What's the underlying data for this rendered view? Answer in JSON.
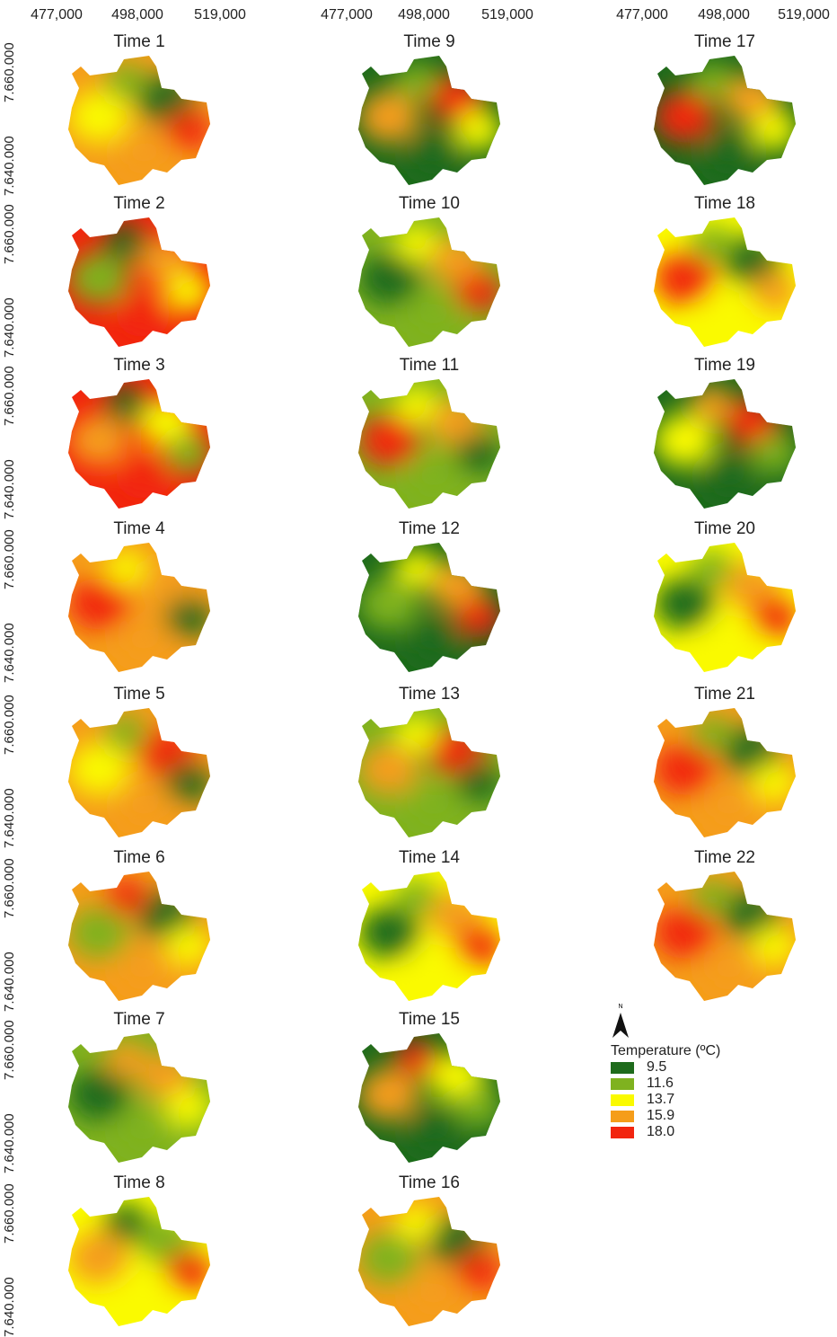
{
  "axes": {
    "x_ticks": [
      "477,000",
      "498,000",
      "519,000"
    ],
    "y_ticks": [
      "7.660.000",
      "7.640.000"
    ]
  },
  "panels": [
    {
      "title": "Time 1"
    },
    {
      "title": "Time 2"
    },
    {
      "title": "Time 3"
    },
    {
      "title": "Time 4"
    },
    {
      "title": "Time 5"
    },
    {
      "title": "Time 6"
    },
    {
      "title": "Time 7"
    },
    {
      "title": "Time 8"
    },
    {
      "title": "Time 9"
    },
    {
      "title": "Time 10"
    },
    {
      "title": "Time 11"
    },
    {
      "title": "Time 12"
    },
    {
      "title": "Time 13"
    },
    {
      "title": "Time 14"
    },
    {
      "title": "Time 15"
    },
    {
      "title": "Time 16"
    },
    {
      "title": "Time 17"
    },
    {
      "title": "Time 18"
    },
    {
      "title": "Time 19"
    },
    {
      "title": "Time 20"
    },
    {
      "title": "Time 21"
    },
    {
      "title": "Time 22"
    }
  ],
  "legend": {
    "title": "Temperature (ºC)",
    "items": [
      {
        "label": "9.5",
        "color": "#1e6b1c"
      },
      {
        "label": "11.6",
        "color": "#7fb21f"
      },
      {
        "label": "13.7",
        "color": "#fafa00"
      },
      {
        "label": "15.9",
        "color": "#f59d1a"
      },
      {
        "label": "18.0",
        "color": "#f2250f"
      }
    ]
  },
  "north_arrow": {
    "label": "N",
    "icon": "north-arrow-icon"
  }
}
